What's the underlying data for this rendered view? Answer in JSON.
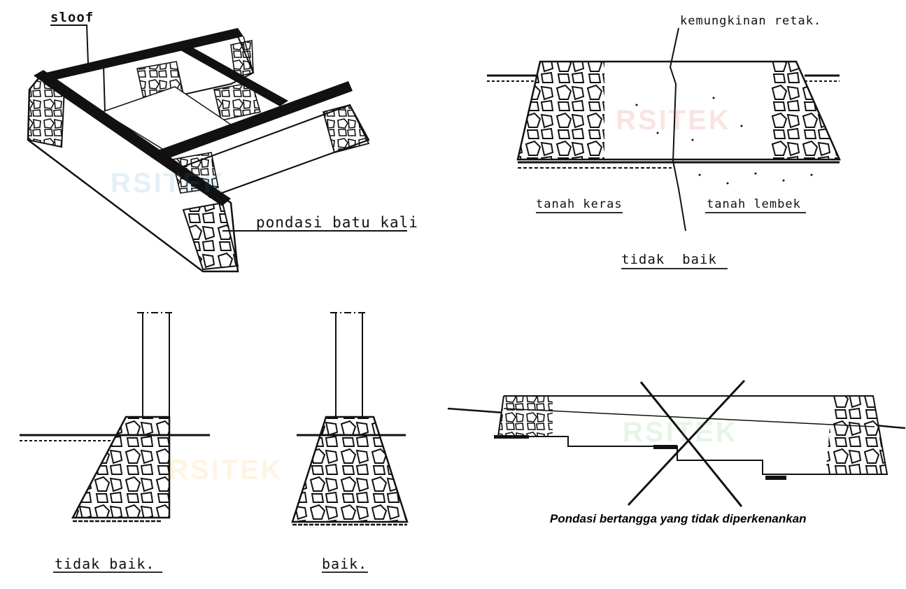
{
  "labels": {
    "sloof": "sloof",
    "pondasi_batu_kali": "pondasi batu kali",
    "kemungkinan_retak": "kemungkinan retak.",
    "tanah_keras": "tanah keras",
    "tanah_lembek": "tanah lembek",
    "tidak_baik_top": "tidak  baik",
    "tidak_baik_bottom": "tidak baik.",
    "baik": "baik.",
    "caption_stepped": "Pondasi bertangga yang tidak diperkenankan"
  },
  "watermark": {
    "text": "RSITEK",
    "colors": [
      "#f2b233",
      "#2e8fd0",
      "#d9342b",
      "#4db24d"
    ]
  }
}
